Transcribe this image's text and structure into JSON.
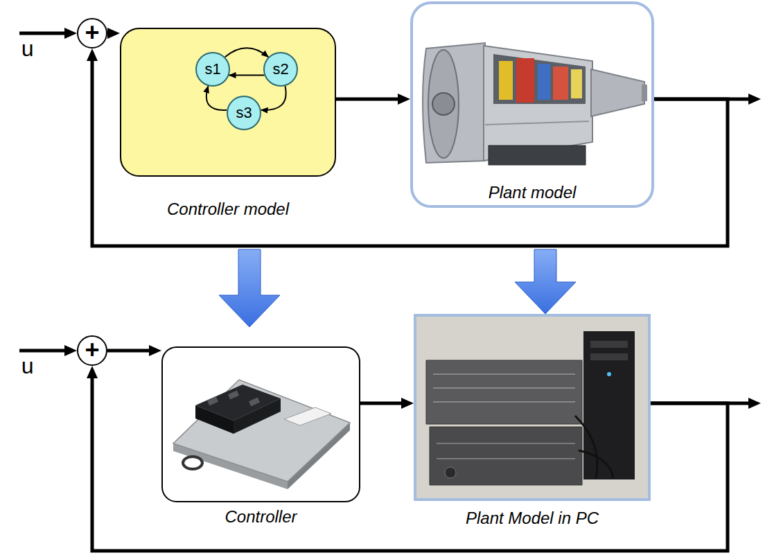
{
  "diagram": {
    "nodes": [
      {
        "text": [
          "+"
        ]
      },
      {
        "text": [
          "Controller model"
        ]
      },
      {
        "text": [
          "s1"
        ],
        "in": 1
      },
      {
        "text": [
          "s2"
        ],
        "in": 1
      },
      {
        "text": [
          "s3"
        ],
        "in": 1
      },
      {
        "text": [
          "Plant model"
        ]
      },
      {
        "text": [
          "+"
        ]
      },
      {
        "text": [
          "Controller"
        ]
      },
      {
        "text": [
          "Plant Model in PC"
        ]
      }
    ],
    "edges": [
      {
        "from": 0,
        "to": 1,
        "arrow": "to"
      },
      {
        "from": 1,
        "to": 5,
        "arrow": "to"
      },
      {
        "from": 5,
        "to": 0,
        "arrow": "to"
      },
      {
        "from": 2,
        "to": 3,
        "arrow": "to"
      },
      {
        "from": 3,
        "to": 2,
        "arrow": "to"
      },
      {
        "from": 3,
        "to": 4,
        "arrow": "to"
      },
      {
        "from": 4,
        "to": 2,
        "arrow": "to"
      },
      {
        "from": 1,
        "to": 7,
        "arrow": "to"
      },
      {
        "from": 5,
        "to": 8,
        "arrow": "to"
      },
      {
        "from": 6,
        "to": 7,
        "arrow": "to"
      },
      {
        "from": 7,
        "to": 8,
        "arrow": "to"
      },
      {
        "from": 8,
        "to": 6,
        "arrow": "to"
      }
    ],
    "labels": [
      "u",
      "u"
    ]
  }
}
